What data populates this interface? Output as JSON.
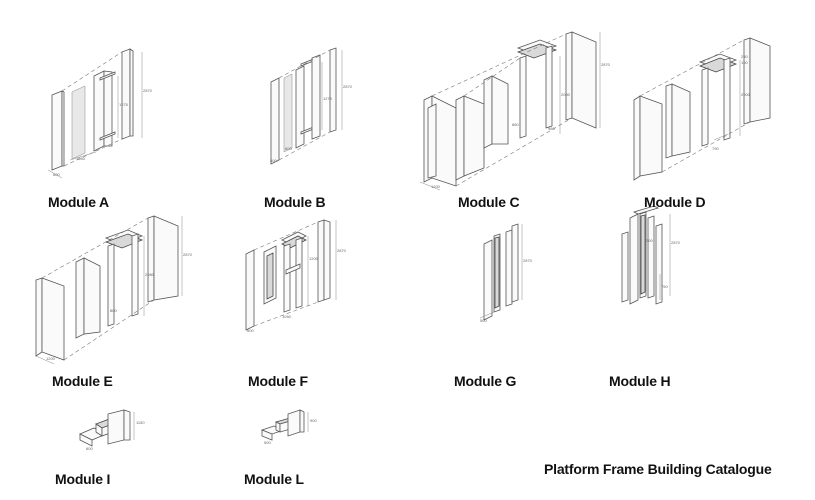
{
  "catalogue_title": "Platform Frame Building Catalogue",
  "modules": [
    {
      "label": "Module A"
    },
    {
      "label": "Module B"
    },
    {
      "label": "Module C"
    },
    {
      "label": "Module D"
    },
    {
      "label": "Module E"
    },
    {
      "label": "Module F"
    },
    {
      "label": "Module G"
    },
    {
      "label": "Module H"
    },
    {
      "label": "Module I"
    },
    {
      "label": "Module L"
    }
  ]
}
